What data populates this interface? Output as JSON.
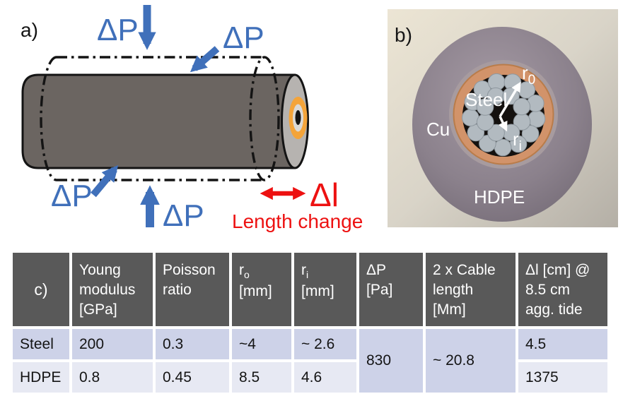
{
  "panel_a": {
    "label": "a)",
    "pressure_label": "ΔP",
    "length_symbol": "Δl",
    "length_caption": "Length change"
  },
  "panel_b": {
    "label": "b)",
    "steel_label": "Steel",
    "cu_label": "Cu",
    "hdpe_label": "HDPE",
    "r_outer": {
      "base": "r",
      "sub": "0"
    },
    "r_inner": {
      "base": "r",
      "sub": "i"
    }
  },
  "table": {
    "corner_label": "c)",
    "col_young": [
      "Young",
      "modulus",
      "[GPa]"
    ],
    "col_poisson": [
      "Poisson",
      "ratio"
    ],
    "col_ro": {
      "base": "r",
      "sub": "o",
      "unit": "[mm]"
    },
    "col_ri": {
      "base": "r",
      "sub": "i",
      "unit": "[mm]"
    },
    "col_dp": [
      "ΔP",
      "[Pa]"
    ],
    "col_cable": [
      "2 x Cable",
      "length",
      "[Mm]"
    ],
    "col_dl": [
      "Δl  [cm] @",
      "8.5 cm",
      "agg. tide"
    ],
    "rows": [
      {
        "material": "Steel",
        "young": "200",
        "poisson": "0.3",
        "ro": "~4",
        "ri": "~ 2.6",
        "dl": "4.5"
      },
      {
        "material": "HDPE",
        "young": "0.8",
        "poisson": "0.45",
        "ro": "8.5",
        "ri": "4.6",
        "dl": "1375"
      }
    ],
    "merged_dp": "830",
    "merged_cable": "~ 20.8"
  },
  "colors": {
    "arrow_blue": "#4070ba",
    "accent_red": "#ed1111",
    "cylinder_gray": "#6b6561",
    "endcap_gray": "#b6b3b0",
    "ring_orange": "#f4a43a",
    "copper": "#d2936a",
    "hdpe_jacket": "#8f8591",
    "steel_strand": "#b2bac0",
    "table_header_bg": "#595959",
    "row_steel_bg": "#cdd2e8",
    "row_hdpe_bg": "#e7e9f3"
  }
}
